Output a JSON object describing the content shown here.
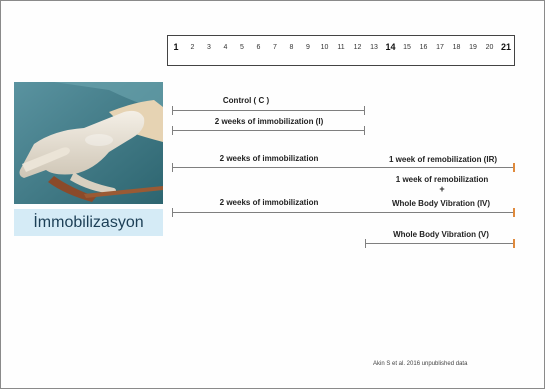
{
  "day_ruler": {
    "days": [
      "1",
      "2",
      "3",
      "4",
      "5",
      "6",
      "7",
      "8",
      "9",
      "10",
      "11",
      "12",
      "13",
      "14",
      "15",
      "16",
      "17",
      "18",
      "19",
      "20",
      "21"
    ],
    "major_days": [
      "1",
      "14",
      "21"
    ]
  },
  "photo_caption": "İmmobilizasyon",
  "groups": {
    "control": "Control   ( C )",
    "immobilization": "2 weeks of immobilization (I)",
    "ir_immobilization": "2 weeks of immobilization",
    "ir_remobilization": "1 week of remobilization (IR)",
    "iv_immobilization": "2 weeks of immobilization",
    "iv_remobilization": "1 week of remobilization",
    "iv_plus": "+",
    "iv_vibration": "Whole Body Vibration (IV)",
    "v_vibration": "Whole Body Vibration (V)"
  },
  "credit": "Akin S et al. 2016 unpublished  data",
  "colors": {
    "line": "#7f7f7f",
    "line_end_marker": "#e08a3c",
    "caption_bg": "#d5ebf6",
    "caption_text": "#1c3f56"
  }
}
